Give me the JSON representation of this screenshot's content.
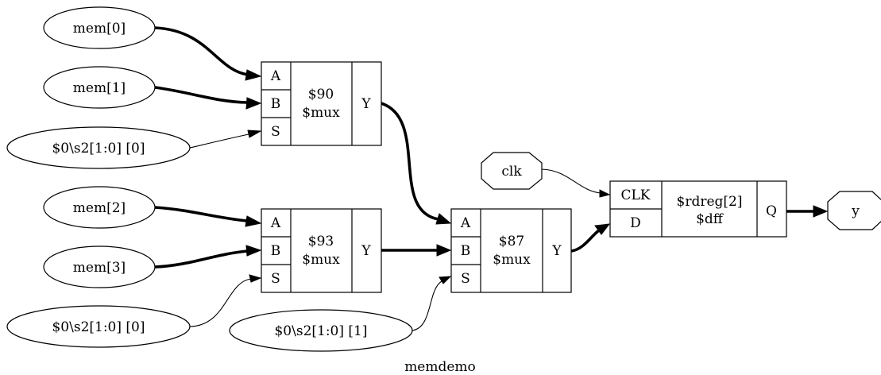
{
  "inputs": {
    "mem0": "mem[0]",
    "mem1": "mem[1]",
    "sel_a": "$0\\s2[1:0] [0]",
    "mem2": "mem[2]",
    "mem3": "mem[3]",
    "sel_b": "$0\\s2[1:0] [0]",
    "sel_c": "$0\\s2[1:0] [1]"
  },
  "ports": {
    "clk": "clk",
    "y": "y"
  },
  "cells": {
    "mux90": {
      "id": "$90",
      "type": "$mux",
      "in_a": "A",
      "in_b": "B",
      "in_s": "S",
      "out": "Y"
    },
    "mux93": {
      "id": "$93",
      "type": "$mux",
      "in_a": "A",
      "in_b": "B",
      "in_s": "S",
      "out": "Y"
    },
    "mux87": {
      "id": "$87",
      "type": "$mux",
      "in_a": "A",
      "in_b": "B",
      "in_s": "S",
      "out": "Y"
    },
    "dff": {
      "id": "$rdreg[2]",
      "type": "$dff",
      "in_clk": "CLK",
      "in_d": "D",
      "out": "Q"
    }
  },
  "caption": "memdemo"
}
